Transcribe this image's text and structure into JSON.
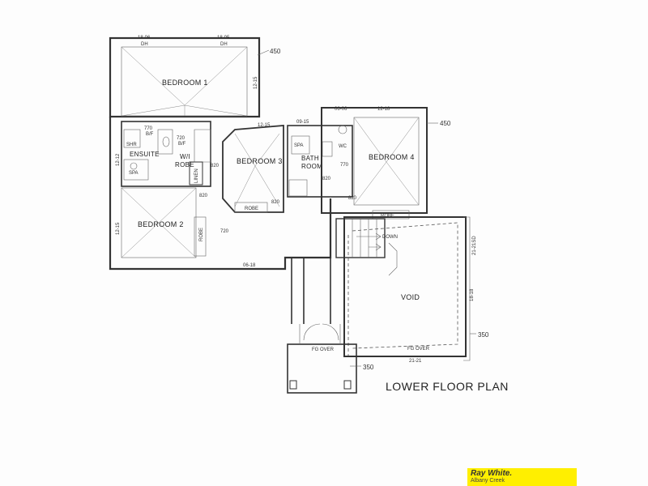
{
  "plan": {
    "title": "LOWER FLOOR PLAN",
    "rooms": {
      "bedroom1": "BEDROOM 1",
      "bedroom2": "BEDROOM 2",
      "bedroom3": "BEDROOM 3",
      "bedroom4": "BEDROOM 4",
      "ensuite": "ENSUITE",
      "bath": "BATH",
      "room": "ROOM",
      "wc": "WC",
      "wrobe_top": "W/I",
      "wrobe_bottom": "ROBE",
      "robe": "ROBE",
      "void": "VOID",
      "spa": "SPA",
      "shr": "SHR",
      "linen": "LINEN",
      "down": "DOWN",
      "fg_over": "FG OVER"
    },
    "dimensions": {
      "d1": "18-06",
      "d2": "18-05",
      "dh": "DH",
      "d450": "450",
      "d12_15": "12-15",
      "d09_15": "09-15",
      "d06_06": "06-06",
      "d12_18": "12-18",
      "d06_18": "06-18",
      "d18_18": "18-18",
      "d21_21": "21-21",
      "d21_21sd": "21-21SD",
      "d350": "350",
      "d12_12": "12-12",
      "d720": "720",
      "d770": "770",
      "d820": "820",
      "bf": "B/F"
    }
  },
  "brand": {
    "name": "Ray White.",
    "office": "Albany Creek"
  }
}
